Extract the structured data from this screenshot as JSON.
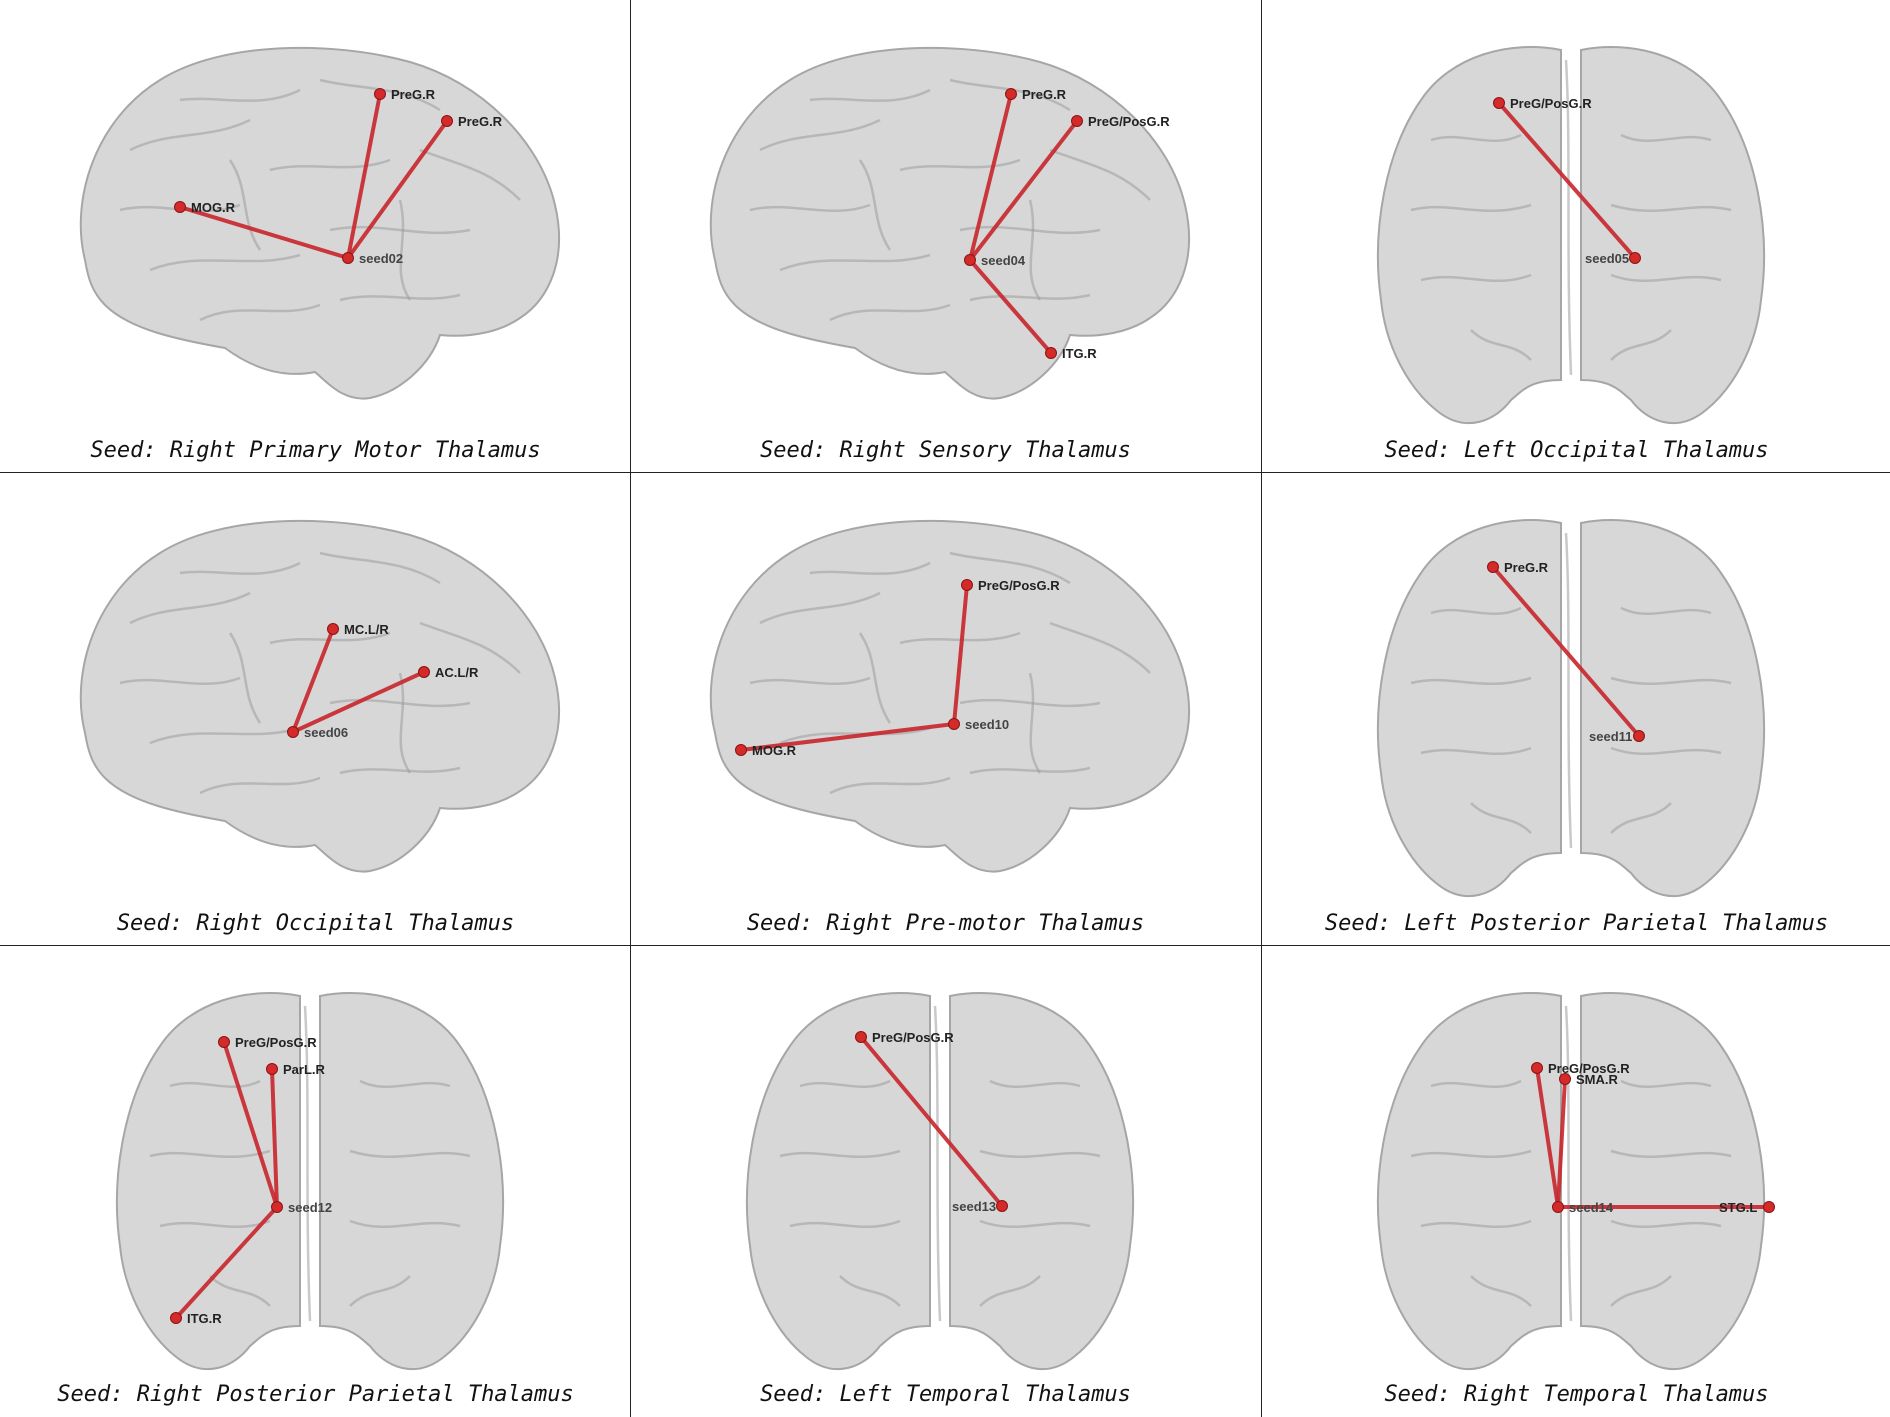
{
  "panels": [
    {
      "caption": "Seed: Right Primary Motor Thalamus",
      "view": "sagittal",
      "seed": {
        "label": "seed02"
      },
      "targets": [
        {
          "label": "PreG.R"
        },
        {
          "label": "PreG.R"
        },
        {
          "label": "MOG.R"
        }
      ]
    },
    {
      "caption": "Seed: Right Sensory Thalamus",
      "view": "sagittal",
      "seed": {
        "label": "seed04"
      },
      "targets": [
        {
          "label": "PreG.R"
        },
        {
          "label": "PreG/PosG.R"
        },
        {
          "label": "ITG.R"
        }
      ]
    },
    {
      "caption": "Seed: Left Occipital Thalamus",
      "view": "coronal",
      "seed": {
        "label": "seed05"
      },
      "targets": [
        {
          "label": "PreG/PosG.R"
        }
      ]
    },
    {
      "caption": "Seed: Right Occipital Thalamus",
      "view": "sagittal",
      "seed": {
        "label": "seed06"
      },
      "targets": [
        {
          "label": "MC.L/R"
        },
        {
          "label": "AC.L/R"
        }
      ]
    },
    {
      "caption": "Seed: Right Pre-motor Thalamus",
      "view": "sagittal",
      "seed": {
        "label": "seed10"
      },
      "targets": [
        {
          "label": "PreG/PosG.R"
        },
        {
          "label": "MOG.R"
        }
      ]
    },
    {
      "caption": "Seed: Left Posterior Parietal Thalamus",
      "view": "coronal",
      "seed": {
        "label": "seed11"
      },
      "targets": [
        {
          "label": "PreG.R"
        }
      ]
    },
    {
      "caption": "Seed: Right Posterior Parietal Thalamus",
      "view": "coronal",
      "seed": {
        "label": "seed12"
      },
      "targets": [
        {
          "label": "PreG/PosG.R"
        },
        {
          "label": "ParL.R"
        },
        {
          "label": "ITG.R"
        }
      ]
    },
    {
      "caption": "Seed: Left Temporal Thalamus",
      "view": "coronal",
      "seed": {
        "label": "seed13"
      },
      "targets": [
        {
          "label": "PreG/PosG.R"
        }
      ]
    },
    {
      "caption": "Seed: Right Temporal Thalamus",
      "view": "coronal",
      "seed": {
        "label": "seed14"
      },
      "targets": [
        {
          "label": "PreG/PosG.R"
        },
        {
          "label": "SMA.R"
        },
        {
          "label": "STG.L"
        }
      ]
    }
  ],
  "colors": {
    "edge": "#c8262b",
    "node": "#d42a2a",
    "brain_fill": "#c9c9c9",
    "brain_stroke": "#a6a6a6",
    "grid": "#222222"
  }
}
